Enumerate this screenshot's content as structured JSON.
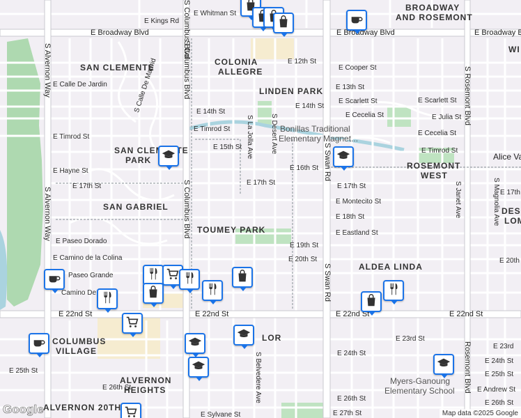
{
  "map": {
    "neighborhoods": {
      "broadway_rosemont_1": "BROADWAY",
      "broadway_rosemont_2": "AND ROSEMONT",
      "san_clemente": "SAN CLEMENTE",
      "colonia_allegre_1": "COLONIA",
      "colonia_allegre_2": "ALLEGRE",
      "linden_park": "LINDEN PARK",
      "san_clemente_park_1": "SAN CLEMENTE",
      "san_clemente_park_2": "PARK",
      "rosemont_west_1": "ROSEMONT",
      "rosemont_west_2": "WEST",
      "san_gabriel": "SAN GABRIEL",
      "toumey_park": "TOUMEY PARK",
      "aldea_linda": "ALDEA LINDA",
      "columbus_village_1": "COLUMBUS",
      "columbus_village_2": "VILLAGE",
      "alvernon_heights_1": "ALVERNON",
      "alvernon_heights_2": "HEIGHTS",
      "alvernon_20th": "ALVERNON 20TH",
      "desert_lom_1": "DESE",
      "desert_lom_2": "LOM",
      "wi": "WI",
      "lor": "LOR"
    },
    "arterials": {
      "broadway_west": "E Broadway Blvd",
      "broadway_mid": "E Broadway Blvd",
      "broadway_east": "E Broadway Blvd",
      "e22nd_west": "E 22nd St",
      "e22nd_mid": "E 22nd St",
      "e22nd_east": "E 22nd St",
      "e22nd_far_east": "E 22nd St",
      "alvernon_north": "S Alvernon Way",
      "alvernon_south": "S Alvernon Way",
      "columbus_north": "S Columbus Blvd",
      "columbus_mid": "S Columbus Blvd",
      "columbus_south": "S Columbus Blvd",
      "swan": "S Swan Rd",
      "swan_south": "S Swan Rd",
      "rosemont": "S Rosemont Blvd",
      "rosemont_south": "Rosemont Blvd"
    },
    "streets": {
      "kings": "E Kings Rd",
      "whitman": "E Whitman St",
      "twelfth": "E 12th St",
      "cooper": "E Cooper St",
      "thirteenth": "E 13th St",
      "scarlett_1": "E Scarlett St",
      "scarlett_2": "E Scarlett St",
      "fourteenth_w": "E 14th St",
      "fourteenth_e": "E 14th St",
      "cecelia_1": "E Cecelia St",
      "julia": "E Julia St",
      "cecelia_2": "E Cecelia St",
      "timrod_w": "E Timrod St",
      "timrod_mid": "E Timrod St",
      "timrod_e": "E Timrod St",
      "fifteenth": "E 15th St",
      "sixteenth": "E 16th St",
      "hayne": "E Hayne St",
      "seventeenth_w": "E 17th St",
      "seventeenth_mid": "E 17th St",
      "seventeenth_e": "E 17th St",
      "seventeenth_far": "E 17th",
      "montecito": "E Montecito St",
      "eighteenth": "E 18th St",
      "eastland": "E Eastland St",
      "paseo_dorado": "E Paseo Dorado",
      "nineteenth": "E 19th St",
      "camino_colina": "E Camino de la Colina",
      "twentieth": "E 20th St",
      "twentieth_e": "E 20th St",
      "paseo_grande": "Paseo Grande",
      "camino_do": "Camino De",
      "twenty_third": "E 23rd St",
      "twenty_third_e": "E 23rd",
      "twenty_fourth": "E 24th St",
      "twenty_fourth_e": "E 24th St",
      "twenty_fifth_w": "E 25th St",
      "twenty_fifth_e": "E 25th St",
      "andrew": "E Andrew St",
      "twenty_sixth_w": "E 26th St",
      "twenty_sixth_mid": "E 26th St",
      "twenty_sixth_e": "E 26th St",
      "twenty_seventh": "E 27th St",
      "sylvane": "E Sylvane St",
      "calle_jardin": "E Calle De Jardin",
      "calle_madrid": "S Calle De Madrid",
      "la_jolla": "S La Jolla Ave",
      "desert_ave": "S Desert Ave",
      "janet": "S Janet Ave",
      "magnolia": "S Magnolia Ave",
      "belvedere": "S Belvedere Ave",
      "alice_vail": "Alice Va"
    },
    "schools": {
      "bonillas_1": "Bonillas Traditional",
      "bonillas_2": "Elementary Magnet...",
      "myers_1": "Myers-Ganoung",
      "myers_2": "Elementary School"
    },
    "pins": [
      {
        "icon": "shopping-bag-icon"
      },
      {
        "icon": "shopping-bag-icon"
      },
      {
        "icon": "shopping-bag-icon"
      },
      {
        "icon": "shopping-bag-icon"
      },
      {
        "icon": "coffee-cup-icon"
      },
      {
        "icon": "school-cap-icon"
      },
      {
        "icon": "school-cap-icon"
      },
      {
        "icon": "coffee-cup-icon"
      },
      {
        "icon": "restaurant-icon"
      },
      {
        "icon": "shopping-cart-icon"
      },
      {
        "icon": "restaurant-icon"
      },
      {
        "icon": "restaurant-icon"
      },
      {
        "icon": "shopping-bag-icon"
      },
      {
        "icon": "restaurant-icon"
      },
      {
        "icon": "shopping-bag-icon"
      },
      {
        "icon": "shopping-cart-icon"
      },
      {
        "icon": "restaurant-icon"
      },
      {
        "icon": "shopping-bag-icon"
      },
      {
        "icon": "coffee-cup-icon"
      },
      {
        "icon": "school-cap-icon"
      },
      {
        "icon": "school-cap-icon"
      },
      {
        "icon": "school-cap-icon"
      },
      {
        "icon": "school-cap-icon"
      },
      {
        "icon": "shopping-cart-icon"
      }
    ],
    "branding": {
      "logo": "Google",
      "attribution": "Map data ©2025 Google"
    }
  }
}
